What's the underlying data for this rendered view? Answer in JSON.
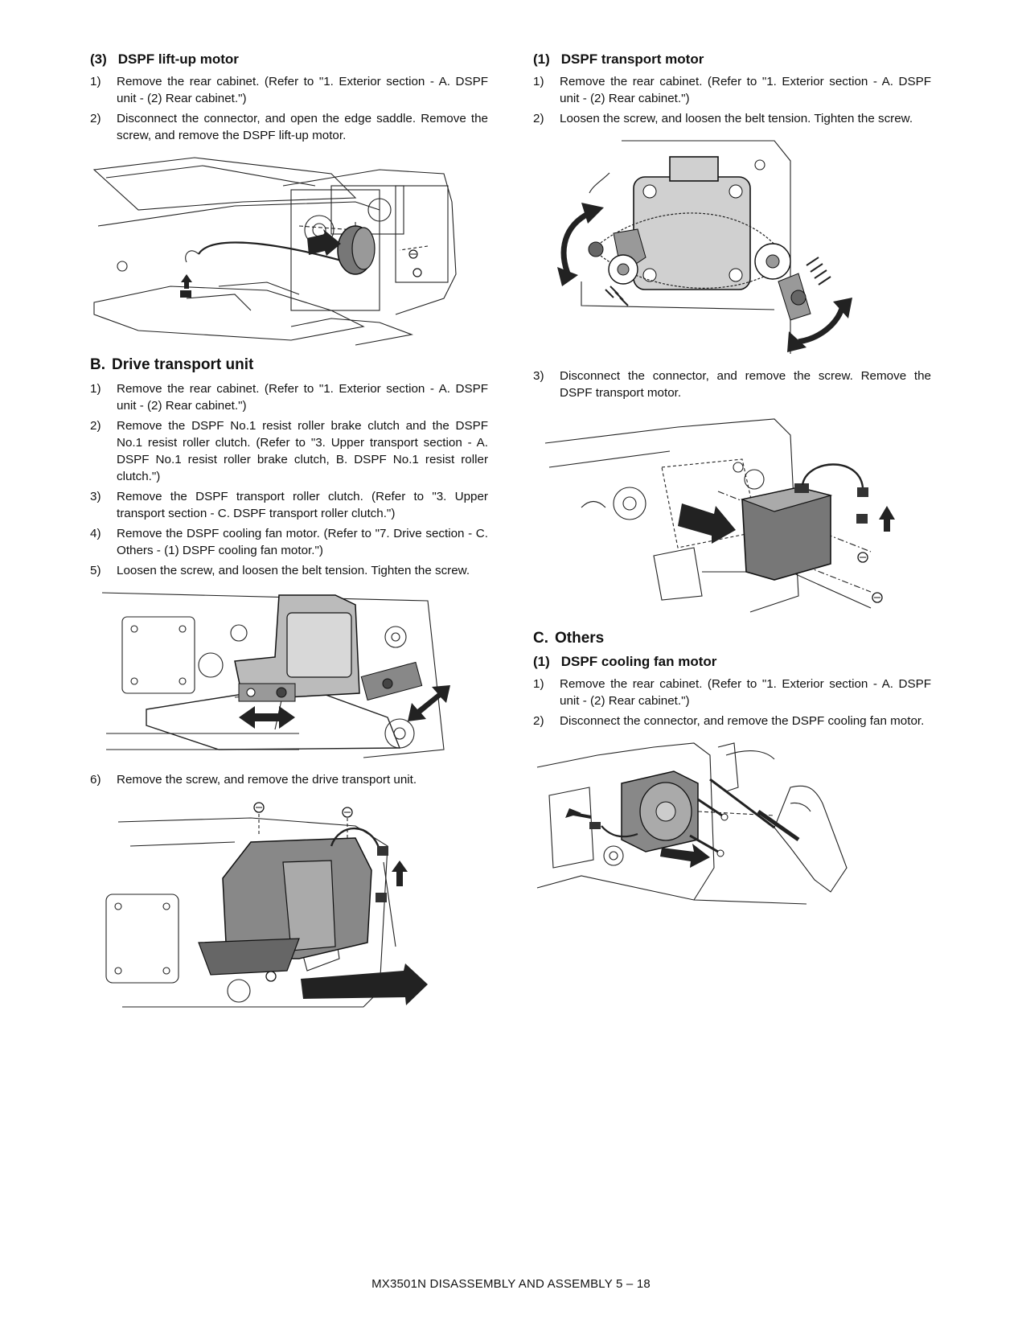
{
  "left": {
    "s1": {
      "num": "(3)",
      "title": "DSPF lift-up motor",
      "steps": [
        {
          "n": "1)",
          "t": "Remove the rear cabinet. (Refer to \"1. Exterior section - A. DSPF unit - (2) Rear cabinet.\")"
        },
        {
          "n": "2)",
          "t": "Disconnect the connector, and open the edge saddle. Remove the screw, and remove the DSPF lift-up motor."
        }
      ]
    },
    "s2": {
      "num": "B.",
      "title": "Drive transport unit",
      "steps": [
        {
          "n": "1)",
          "t": "Remove the rear cabinet. (Refer to \"1. Exterior section - A. DSPF unit - (2) Rear cabinet.\")"
        },
        {
          "n": "2)",
          "t": "Remove the DSPF No.1 resist roller brake clutch and the DSPF No.1 resist roller clutch. (Refer to \"3. Upper transport section - A. DSPF No.1 resist roller brake clutch, B. DSPF No.1 resist roller clutch.\")"
        },
        {
          "n": "3)",
          "t": "Remove the DSPF transport roller clutch. (Refer to \"3. Upper transport section - C. DSPF transport roller clutch.\")"
        },
        {
          "n": "4)",
          "t": "Remove the DSPF cooling fan motor. (Refer to \"7. Drive section - C. Others - (1) DSPF cooling fan motor.\")"
        },
        {
          "n": "5)",
          "t": "Loosen the screw, and loosen the belt tension. Tighten the screw."
        }
      ],
      "step6": {
        "n": "6)",
        "t": "Remove the screw, and remove the drive transport unit."
      }
    }
  },
  "right": {
    "s1": {
      "num": "(1)",
      "title": "DSPF transport motor",
      "steps": [
        {
          "n": "1)",
          "t": "Remove the rear cabinet. (Refer to \"1. Exterior section - A. DSPF unit - (2) Rear cabinet.\")"
        },
        {
          "n": "2)",
          "t": "Loosen the screw, and loosen the belt tension. Tighten the screw."
        }
      ],
      "step3": {
        "n": "3)",
        "t": "Disconnect the connector, and remove the screw. Remove the DSPF transport motor."
      }
    },
    "s2": {
      "num": "C.",
      "title": "Others"
    },
    "s3": {
      "num": "(1)",
      "title": "DSPF cooling fan motor",
      "steps": [
        {
          "n": "1)",
          "t": "Remove the rear cabinet. (Refer to \"1. Exterior section - A. DSPF unit - (2) Rear cabinet.\")"
        },
        {
          "n": "2)",
          "t": "Disconnect the connector, and remove the DSPF cooling fan motor."
        }
      ]
    }
  },
  "footer": "MX3501N  DISASSEMBLY AND ASSEMBLY  5 – 18"
}
